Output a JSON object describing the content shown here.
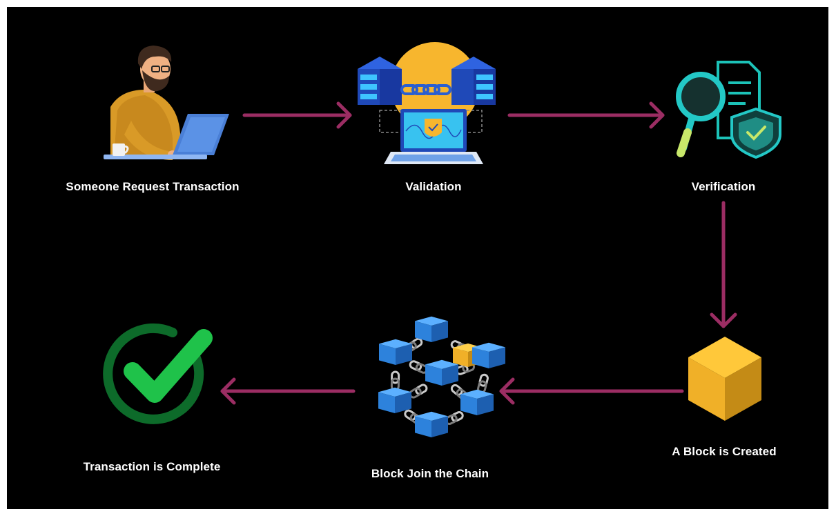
{
  "diagram": {
    "steps": [
      {
        "id": "request",
        "label": "Someone Request Transaction",
        "icon": "person-laptop-icon"
      },
      {
        "id": "validation",
        "label": "Validation",
        "icon": "server-validation-icon"
      },
      {
        "id": "verification",
        "label": "Verification",
        "icon": "magnifier-shield-document-icon"
      },
      {
        "id": "block-created",
        "label": "A Block is Created",
        "icon": "gold-cube-icon"
      },
      {
        "id": "block-join",
        "label": "Block Join the Chain",
        "icon": "blockchain-network-icon"
      },
      {
        "id": "complete",
        "label": "Transaction is Complete",
        "icon": "green-checkmark-icon"
      }
    ],
    "arrows": [
      {
        "from": "request",
        "to": "validation"
      },
      {
        "from": "validation",
        "to": "verification"
      },
      {
        "from": "verification",
        "to": "block-created"
      },
      {
        "from": "block-created",
        "to": "block-join"
      },
      {
        "from": "block-join",
        "to": "complete"
      }
    ],
    "colors": {
      "background": "#000000",
      "arrow": "#9b2d63",
      "label": "#ffffff",
      "check": "#1fc24a",
      "ring": "#0d6b2a",
      "gold": "#f6b92b",
      "blue_cube": "#2e86e0"
    }
  }
}
